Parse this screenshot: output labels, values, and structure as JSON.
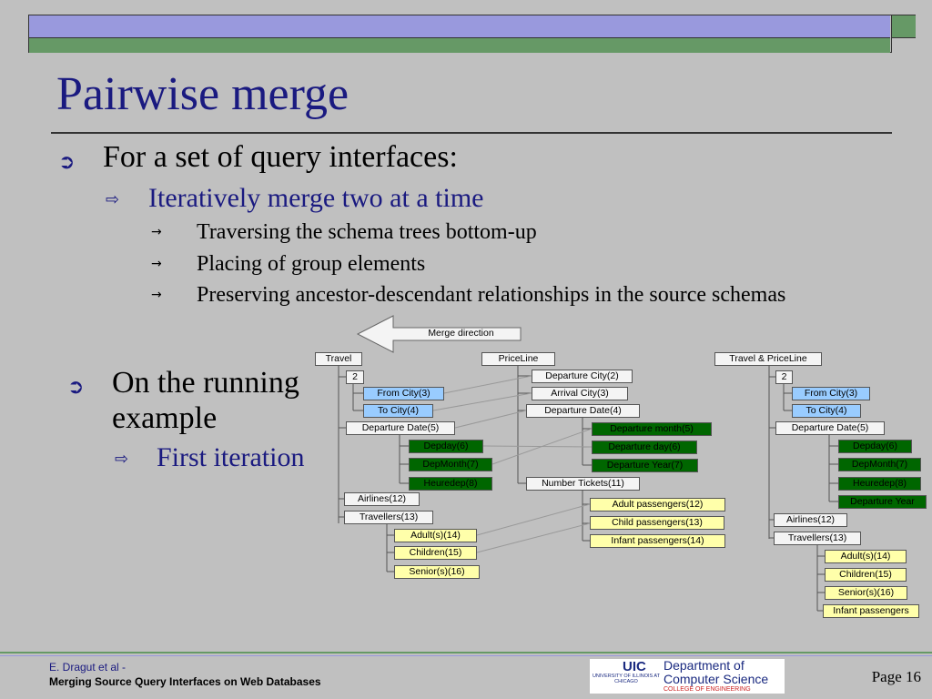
{
  "title": "Pairwise merge",
  "bullets": {
    "b1": "For a set of query interfaces:",
    "b1_1": "Iteratively merge two at a time",
    "b1_1_1": "Traversing the schema trees bottom-up",
    "b1_1_2": "Placing of group elements",
    "b1_1_3": "Preserving ancestor-descendant relationships in the source schemas",
    "b2a": "On the running",
    "b2b": "example",
    "b2_1": "First iteration"
  },
  "markers": {
    "l1": "➲",
    "l2": "⇨",
    "l3": "→"
  },
  "diagram": {
    "merge_direction": "Merge direction",
    "travel": {
      "root": "Travel",
      "n2": "2",
      "from": "From City(3)",
      "to": "To City(4)",
      "dep_date": "Departure Date(5)",
      "depday": "Depday(6)",
      "depmonth": "DepMonth(7)",
      "heuredep": "Heuredep(8)",
      "airlines": "Airlines(12)",
      "travellers": "Travellers(13)",
      "adults": "Adult(s)(14)",
      "children": "Children(15)",
      "seniors": "Senior(s)(16)"
    },
    "priceline": {
      "root": "PriceLine",
      "dep_city": "Departure City(2)",
      "arr_city": "Arrival City(3)",
      "dep_date": "Departure Date(4)",
      "dep_month": "Departure month(5)",
      "dep_day": "Departure day(6)",
      "dep_year": "Departure Year(7)",
      "num_tickets": "Number Tickets(11)",
      "adult_pass": "Adult passengers(12)",
      "child_pass": "Child passengers(13)",
      "infant_pass": "Infant passengers(14)"
    },
    "merged": {
      "root": "Travel & PriceLine",
      "n2": "2",
      "from": "From City(3)",
      "to": "To City(4)",
      "dep_date": "Departure Date(5)",
      "depday": "Depday(6)",
      "depmonth": "DepMonth(7)",
      "heuredep": "Heuredep(8)",
      "dep_year": "Departure Year",
      "airlines": "Airlines(12)",
      "travellers": "Travellers(13)",
      "adults": "Adult(s)(14)",
      "children": "Children(15)",
      "seniors": "Senior(s)(16)",
      "infant": "Infant passengers"
    }
  },
  "footer": {
    "author": "E. Dragut et al -",
    "paper": "Merging Source Query Interfaces on Web Databases",
    "page": "Page 16",
    "logo": {
      "uic": "UIC",
      "univ": "UNIVERSITY OF ILLINOIS AT CHICAGO",
      "dept1": "Department of",
      "dept2": "Computer Science",
      "coe": "COLLEGE OF ENGINEERING"
    }
  },
  "colors": {
    "title": "#1a1a80",
    "topbar_blue": "#9999dd",
    "topbar_green": "#669966",
    "leaf_blue": "#99ccff",
    "leaf_green": "#006600",
    "leaf_yellow": "#ffffaa"
  }
}
